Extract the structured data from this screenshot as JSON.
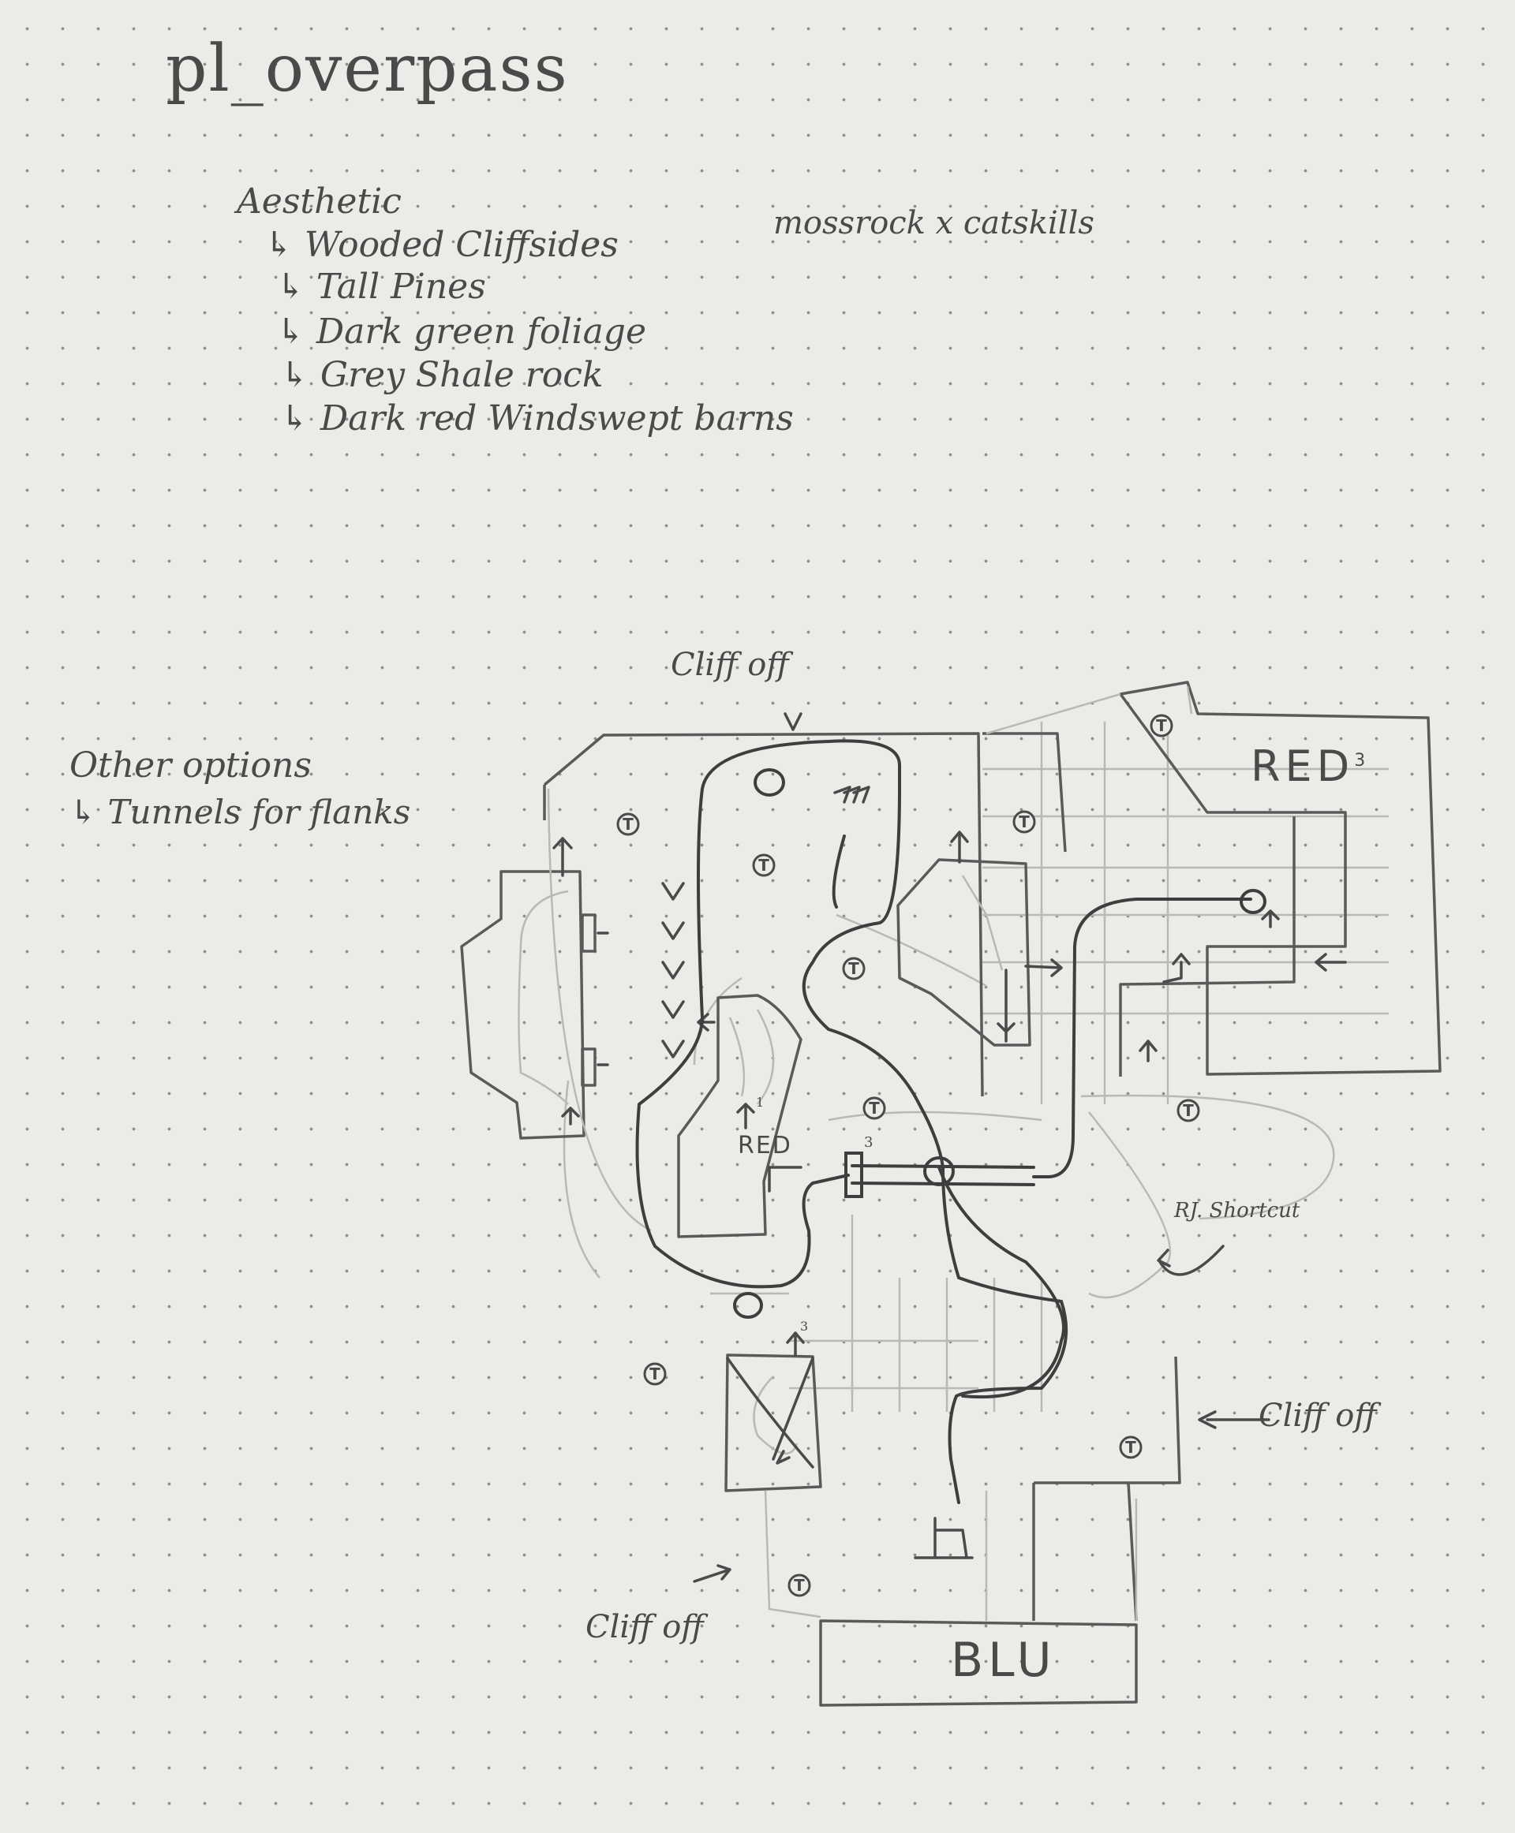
{
  "title": "pl_overpass",
  "aesthetic": {
    "heading": "Aesthetic",
    "items": [
      "Wooded Cliffsides",
      "Tall Pines",
      "Dark green foliage",
      "Grey Shale rock",
      "Dark red Windswept barns"
    ],
    "note": "mossrock x catskills"
  },
  "other_options": {
    "heading": "Other options",
    "items": [
      "Tunnels for flanks"
    ]
  },
  "map_labels": {
    "cliff_off_top": "Cliff off",
    "cliff_off_right": "Cliff off",
    "cliff_off_bottom": "Cliff off",
    "rj_shortcut": "RJ. Shortcut",
    "red_base": "RED",
    "red_base_sup": "3",
    "red_mid": "RED",
    "red_mid_sup": "1",
    "blu_base": "BLU",
    "gate_num": "3",
    "lower_num": "3",
    "health_symbol": "T"
  },
  "colors": {
    "paper": "#ecebe8",
    "pencil": "#4a4a4a",
    "dot": "#8e8d8a"
  }
}
